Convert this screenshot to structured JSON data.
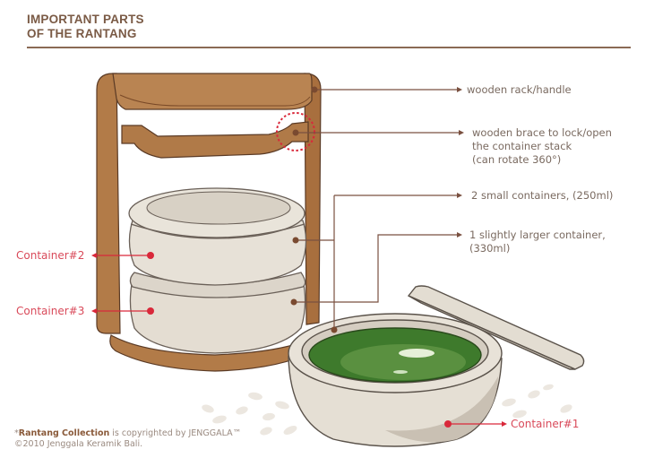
{
  "title": {
    "line1": "IMPORTANT PARTS",
    "line2": "OF THE RANTANG"
  },
  "callouts": [
    {
      "id": "rack",
      "text": "wooden rack/handle"
    },
    {
      "id": "brace",
      "lines": [
        "wooden brace to lock/open",
        "the container stack",
        "(can rotate 360°)"
      ]
    },
    {
      "id": "small",
      "text": "2 small containers, (250ml)"
    },
    {
      "id": "large",
      "lines": [
        "1 slightly larger container,",
        "(330ml)"
      ]
    }
  ],
  "container_labels": {
    "c1": "Container#1",
    "c2": "Container#2",
    "c3": "Container#3"
  },
  "credit": {
    "prefix": "*",
    "brand": "Rantang Collection",
    "text": " is copyrighted by JENGGALA™",
    "line2": "©2010 Jenggala Keramik Bali."
  },
  "colors": {
    "title": "#7a5a45",
    "wood": "#b07a48",
    "wood_dark": "#8a5530",
    "ceramic": "#e6e0d6",
    "glaze_green": "#3f7a2a",
    "leader_brown": "#7a5040",
    "leader_red": "#d9283a"
  }
}
